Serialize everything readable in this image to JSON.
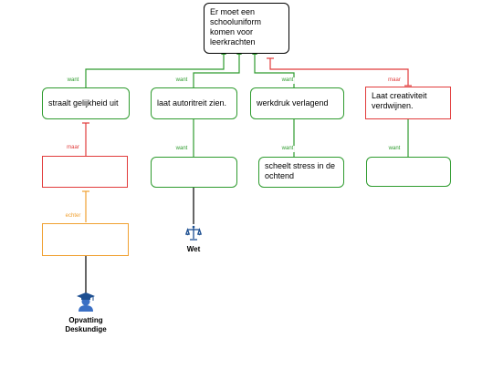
{
  "main_claim": "Er moet een schooluniform komen voor leerkrachten",
  "reasons": [
    {
      "text": "straalt gelijkheid uit",
      "relation": "want"
    },
    {
      "text": "laat autoritreit zien.",
      "relation": "want"
    },
    {
      "text": "werkdruk verlagend",
      "relation": "want"
    },
    {
      "text": "Laat creativiteit verdwijnen.",
      "relation": "maar"
    }
  ],
  "sub_items": {
    "objection_relation": "maar",
    "objection_text": "",
    "rebuttal_relation": "echter",
    "rebuttal_text": "",
    "support_authority_relation": "want",
    "support_authority_text": "",
    "support_workload_relation": "want",
    "support_workload_text": "scheelt stress in de ochtend",
    "support_creativity_relation": "want",
    "support_creativity_text": ""
  },
  "sources": {
    "law": "Wet",
    "expert": "Opvatting Deskundige"
  },
  "colors": {
    "support": "#2e9b2e",
    "objection": "#e13b3b",
    "rebuttal": "#f0a030",
    "claim_border": "#000000"
  },
  "icons": {
    "law": "scales-icon",
    "expert": "graduate-icon"
  }
}
